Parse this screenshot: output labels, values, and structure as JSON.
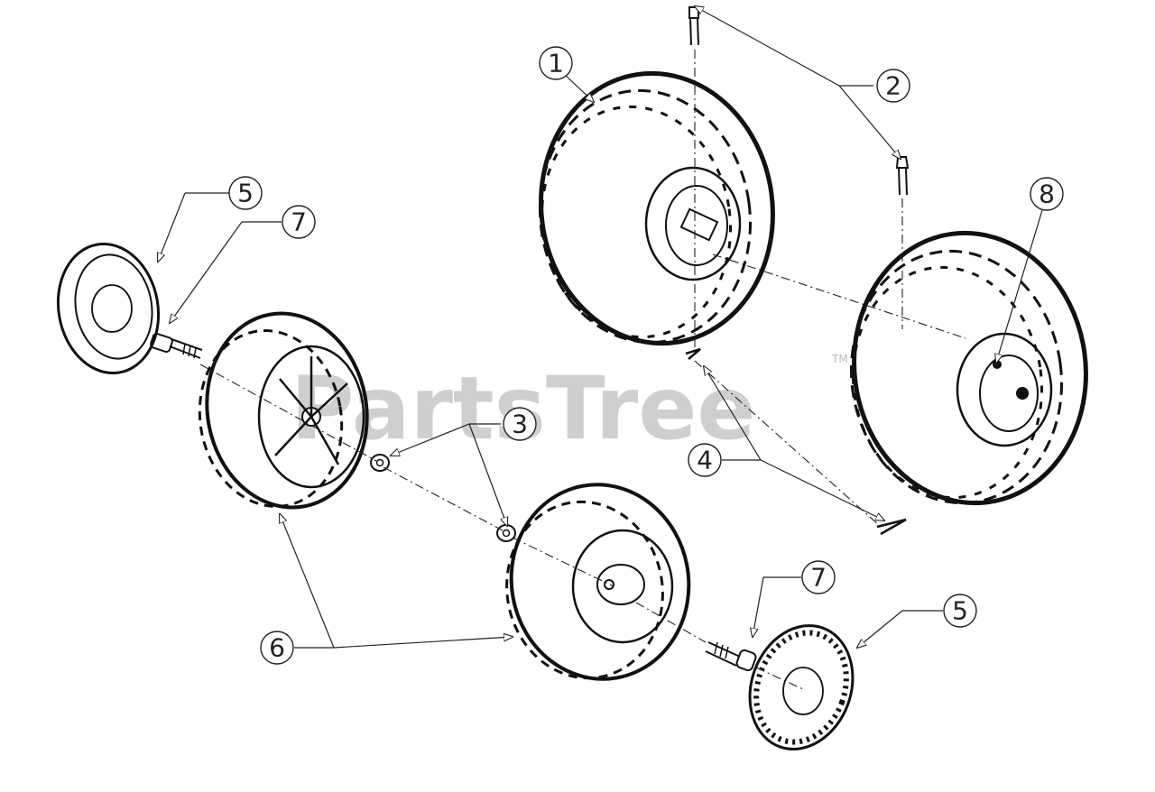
{
  "watermark": {
    "text": "PartsTree",
    "trademark": "TM"
  },
  "callouts": {
    "c1": "1",
    "c2": "2",
    "c3": "3",
    "c4": "4",
    "c5a": "5",
    "c5b": "5",
    "c6": "6",
    "c7a": "7",
    "c7b": "7",
    "c8": "8"
  }
}
